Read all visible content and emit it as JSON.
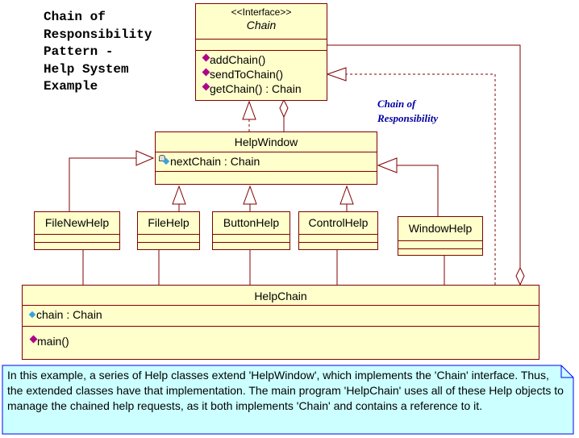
{
  "title_lines": [
    "Chain of",
    "Responsibility",
    "Pattern -",
    "Help System",
    "Example"
  ],
  "colors": {
    "class_fill": "#ffffcc",
    "class_border": "#800000",
    "note_fill": "#ccffff",
    "note_border": "#0000ff",
    "label_blue": "#0000a0"
  },
  "chain_interface": {
    "stereotype": "<<Interface>>",
    "name": "Chain",
    "operations": [
      "addChain()",
      "sendToChain()",
      "getChain() : Chain"
    ]
  },
  "relationship_label": {
    "line1": "Chain of",
    "line2": "Responsibility"
  },
  "help_window": {
    "name": "HelpWindow",
    "attributes": [
      "nextChain : Chain"
    ]
  },
  "subclasses": [
    {
      "name": "FileNewHelp"
    },
    {
      "name": "FileHelp"
    },
    {
      "name": "ButtonHelp"
    },
    {
      "name": "ControlHelp"
    },
    {
      "name": "WindowHelp"
    }
  ],
  "help_chain": {
    "name": "HelpChain",
    "attributes": [
      "chain : Chain"
    ],
    "operations": [
      "main()"
    ]
  },
  "note": {
    "text": "In this example, a series of Help classes extend 'HelpWindow', which implements the 'Chain' interface.  Thus, the extended classes have that implementation.  The main program 'HelpChain' uses all of these Help objects to manage the chained help requests, as it both implements 'Chain' and contains a reference to it."
  }
}
